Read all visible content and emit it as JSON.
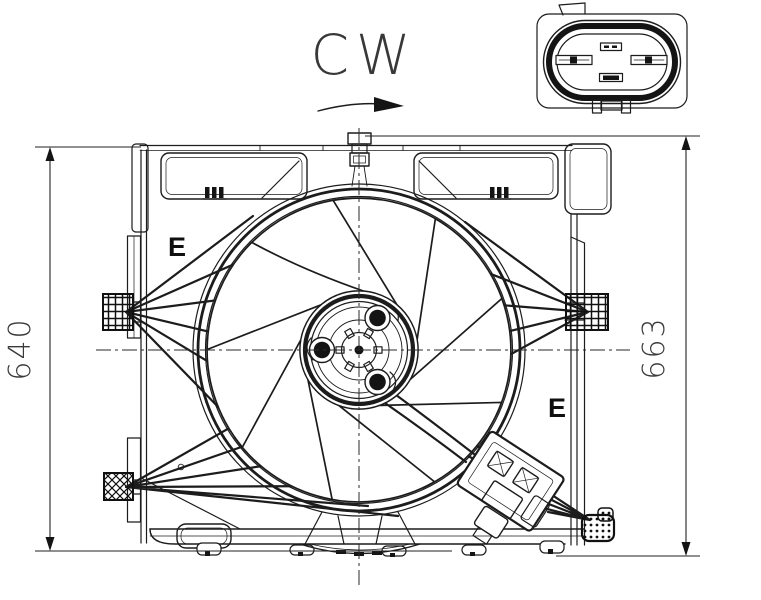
{
  "drawing": {
    "rotation_label": "CW",
    "dimension_left": "640",
    "dimension_right": "663",
    "marker_left": "E",
    "marker_right": "E"
  },
  "style": {
    "background": "#ffffff",
    "line_color": "#1c1c1c",
    "dimension_color": "#3a3a3a"
  },
  "icons": {
    "rotation_arrow": "curved-arrow-clockwise",
    "connector": "oval-4-pin-connector-detail",
    "mounts": [
      "hatched-mount-left-upper",
      "hatched-mount-left-lower",
      "hatched-mount-right-upper",
      "hatched-mount-right-lower"
    ]
  }
}
